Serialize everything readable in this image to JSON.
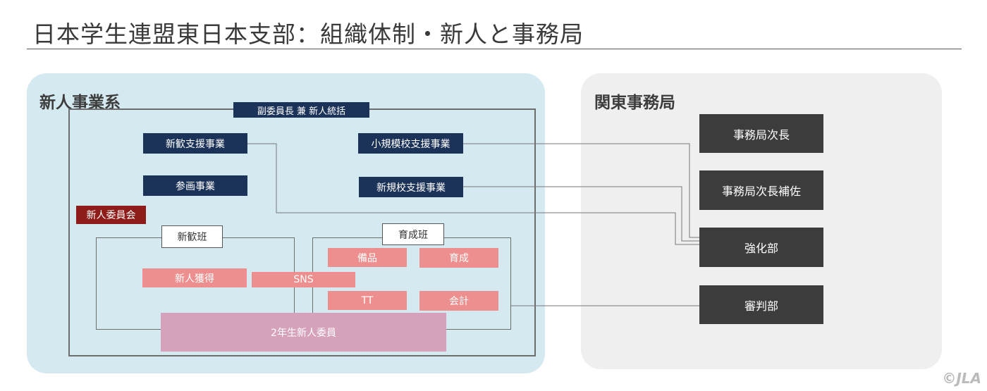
{
  "title": "日本学生連盟東日本支部：組織体制・新人と事務局",
  "left_group": {
    "title": "新人事業系",
    "header_label": "副委員長 兼 新人統括",
    "projects": [
      "新歓支援事業",
      "小規模校支援事業",
      "参画事業",
      "新規校支援事業"
    ],
    "committee": "新人委員会",
    "recruit_team": {
      "label": "新歓班",
      "items": [
        "新人獲得",
        "SNS"
      ]
    },
    "training_team": {
      "label": "育成班",
      "items": [
        "備品",
        "育成",
        "TT",
        "会計"
      ]
    },
    "second_year": "2年生新人委員"
  },
  "right_group": {
    "title": "関東事務局",
    "items": [
      "事務局次長",
      "事務局次長補佐",
      "強化部",
      "審判部"
    ]
  },
  "copyright": "©JLA",
  "colors": {
    "left_panel": "#d5eaf0",
    "right_panel": "#efefef",
    "navy": "#1c3359",
    "dark_red": "#8e1c19",
    "pink": "#ee8f8f",
    "mauve": "#d6a1ba",
    "dark_gray": "#3c3c3c"
  }
}
